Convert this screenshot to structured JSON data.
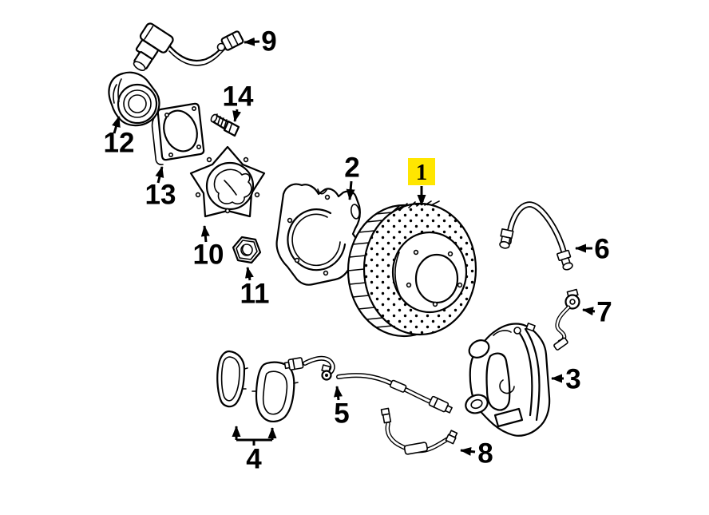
{
  "diagram": {
    "background_color": "#ffffff",
    "line_color": "#000000",
    "label_color": "#000000",
    "highlight_color": "#ffe600",
    "highlighted_part": "1",
    "parts": [
      {
        "number": "1",
        "name": "brake-disc",
        "highlighted": true
      },
      {
        "number": "2",
        "name": "splash-shield",
        "highlighted": false
      },
      {
        "number": "3",
        "name": "brake-caliper",
        "highlighted": false
      },
      {
        "number": "4",
        "name": "brake-pads",
        "highlighted": false
      },
      {
        "number": "5",
        "name": "pad-wear-sensor-wire",
        "highlighted": false
      },
      {
        "number": "6",
        "name": "brake-hose",
        "highlighted": false
      },
      {
        "number": "7",
        "name": "brake-pipe",
        "highlighted": false
      },
      {
        "number": "8",
        "name": "sensor-line",
        "highlighted": false
      },
      {
        "number": "9",
        "name": "abs-speed-sensor",
        "highlighted": false
      },
      {
        "number": "10",
        "name": "wheel-hub",
        "highlighted": false
      },
      {
        "number": "11",
        "name": "hub-nut",
        "highlighted": false
      },
      {
        "number": "12",
        "name": "wheel-bearing",
        "highlighted": false
      },
      {
        "number": "13",
        "name": "bearing-flange",
        "highlighted": false
      },
      {
        "number": "14",
        "name": "flange-bolt",
        "highlighted": false
      }
    ]
  }
}
